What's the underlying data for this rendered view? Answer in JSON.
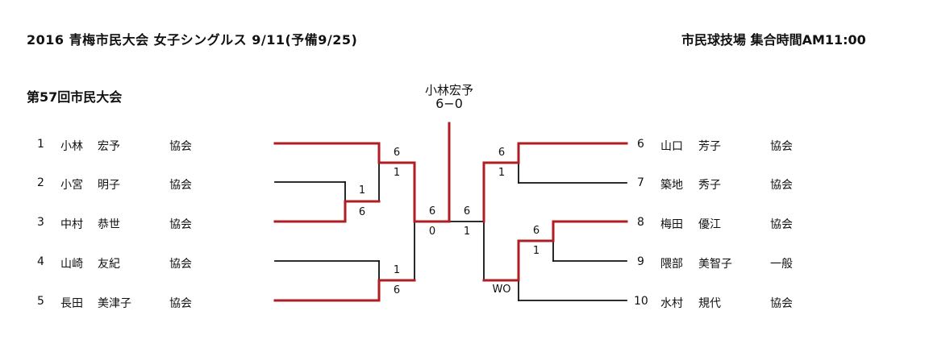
{
  "header": {
    "title": "2016  青梅市民大会  女子シングルス   9/11(予備9/25)",
    "venue": "市民球技場  集合時間AM11:00",
    "edition": "第57回市民大会"
  },
  "champion": {
    "name": "小林宏予",
    "score": "6−0"
  },
  "colors": {
    "winner_line": "#b01e23",
    "loser_line": "#111111"
  },
  "players_left": [
    {
      "seed": "1",
      "family": "小林",
      "given": "宏予",
      "affiliation": "協会"
    },
    {
      "seed": "2",
      "family": "小宮",
      "given": "明子",
      "affiliation": "協会"
    },
    {
      "seed": "3",
      "family": "中村",
      "given": "恭世",
      "affiliation": "協会"
    },
    {
      "seed": "4",
      "family": "山崎",
      "given": "友紀",
      "affiliation": "協会"
    },
    {
      "seed": "5",
      "family": "長田",
      "given": "美津子",
      "affiliation": "協会"
    }
  ],
  "players_right": [
    {
      "seed": "6",
      "family": "山口",
      "given": "芳子",
      "affiliation": "協会"
    },
    {
      "seed": "7",
      "family": "築地",
      "given": "秀子",
      "affiliation": "協会"
    },
    {
      "seed": "8",
      "family": "梅田",
      "given": "優江",
      "affiliation": "協会"
    },
    {
      "seed": "9",
      "family": "隈部",
      "given": "美智子",
      "affiliation": "一般"
    },
    {
      "seed": "10",
      "family": "水村",
      "given": "規代",
      "affiliation": "協会"
    }
  ],
  "matches": {
    "l_r1_2v3": {
      "upper": "1",
      "lower": "6"
    },
    "l_r2_1v23": {
      "upper": "6",
      "lower": "1"
    },
    "l_r1_4v5": {
      "upper": "1",
      "lower": "6"
    },
    "l_sf": {
      "upper": "6",
      "lower": "0"
    },
    "r_sf": {
      "upper": "6",
      "lower": "1"
    },
    "r_r1_6v7": {
      "upper": "6",
      "lower": "1"
    },
    "r_r1_8v9": {
      "upper": "6",
      "lower": "1"
    },
    "r_r2_89v10": {
      "lower": "WO"
    }
  }
}
